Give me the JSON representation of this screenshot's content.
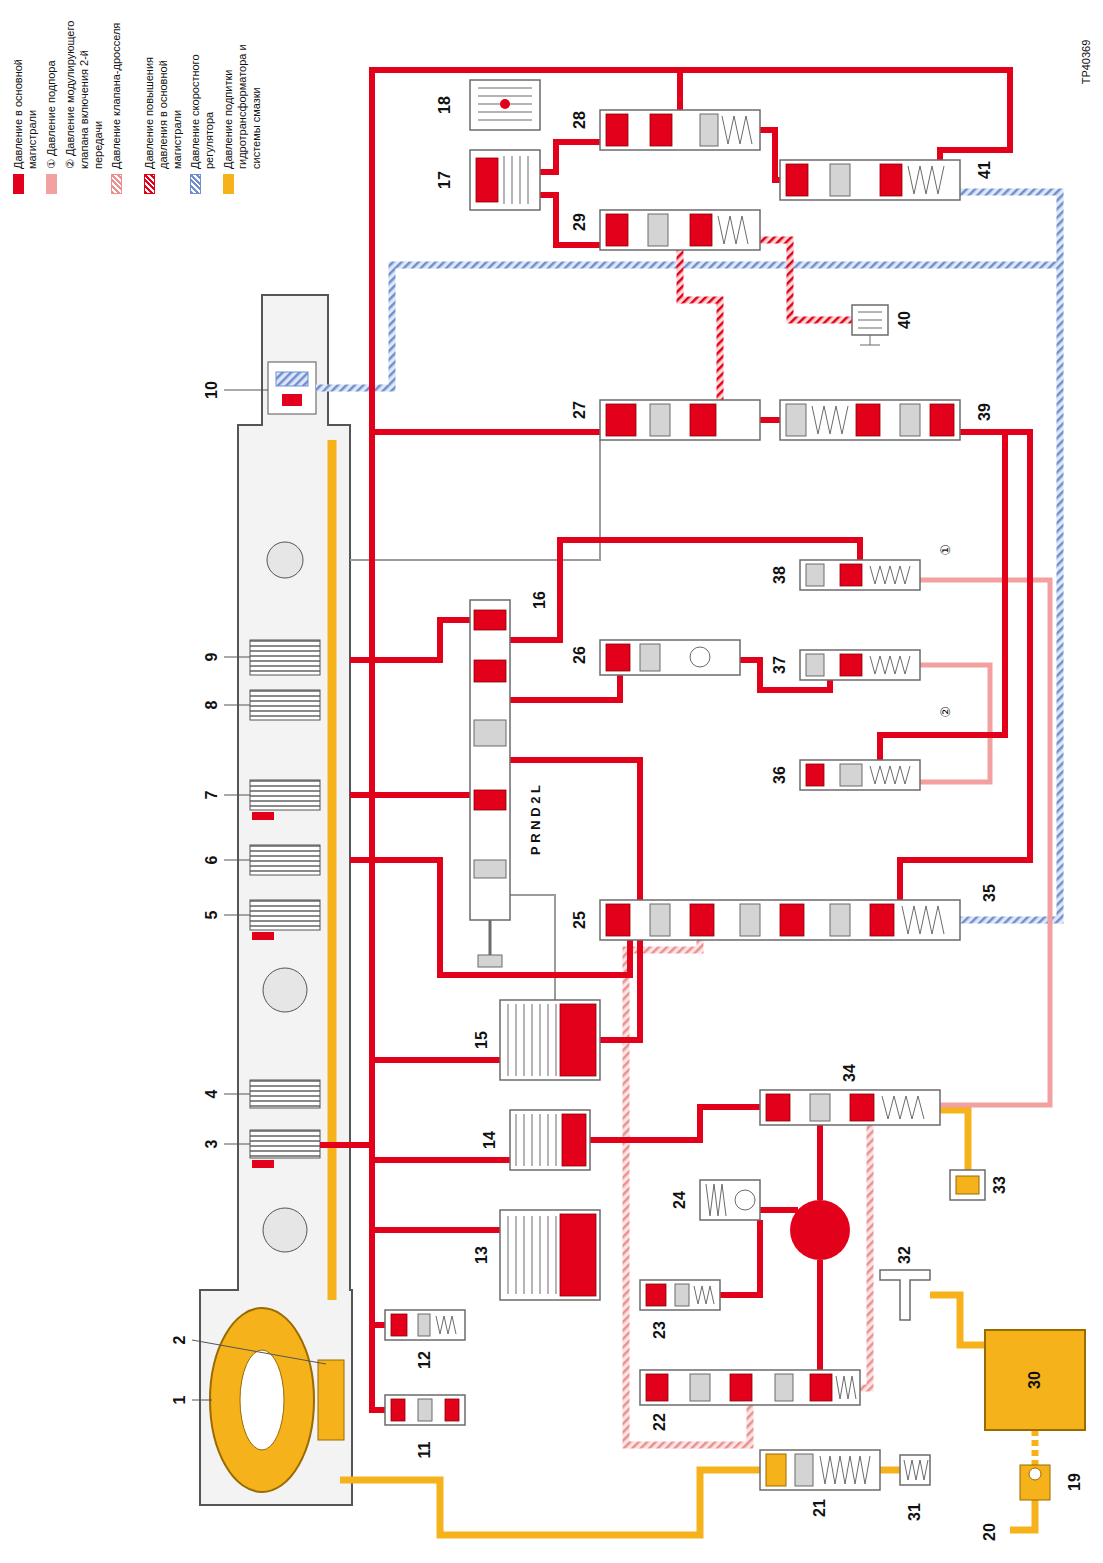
{
  "diagram": {
    "labels": [
      "1",
      "2",
      "3",
      "4",
      "5",
      "6",
      "7",
      "8",
      "9",
      "10",
      "11",
      "12",
      "13",
      "14",
      "15",
      "16",
      "17",
      "18",
      "19",
      "20",
      "21",
      "22",
      "23",
      "24",
      "25",
      "26",
      "27",
      "28",
      "29",
      "30",
      "31",
      "32",
      "33",
      "34",
      "35",
      "36",
      "37",
      "38",
      "39",
      "40",
      "41",
      "P R N D 2 L",
      "②",
      "①",
      "TP40369"
    ],
    "legend": [
      {
        "text": "Давление в основной магистрали",
        "color": "#e3001b"
      },
      {
        "text": "① Давление подпора",
        "color": "#f2a0a0"
      },
      {
        "text": "② Давление модулирующего клапана включения 2-й передачи"
      },
      {
        "text": "Давление клапана-дросселя",
        "color": "#ec8f8f"
      },
      {
        "text": "Давление повышения давления в основной магистрали",
        "color": "#e3001b"
      },
      {
        "text": "Давление скоростного регулятора",
        "color": "#6f8fd0"
      },
      {
        "text": "Давление подпитки гидротрансформатора и системы смазки",
        "color": "#f5b21b"
      }
    ]
  }
}
